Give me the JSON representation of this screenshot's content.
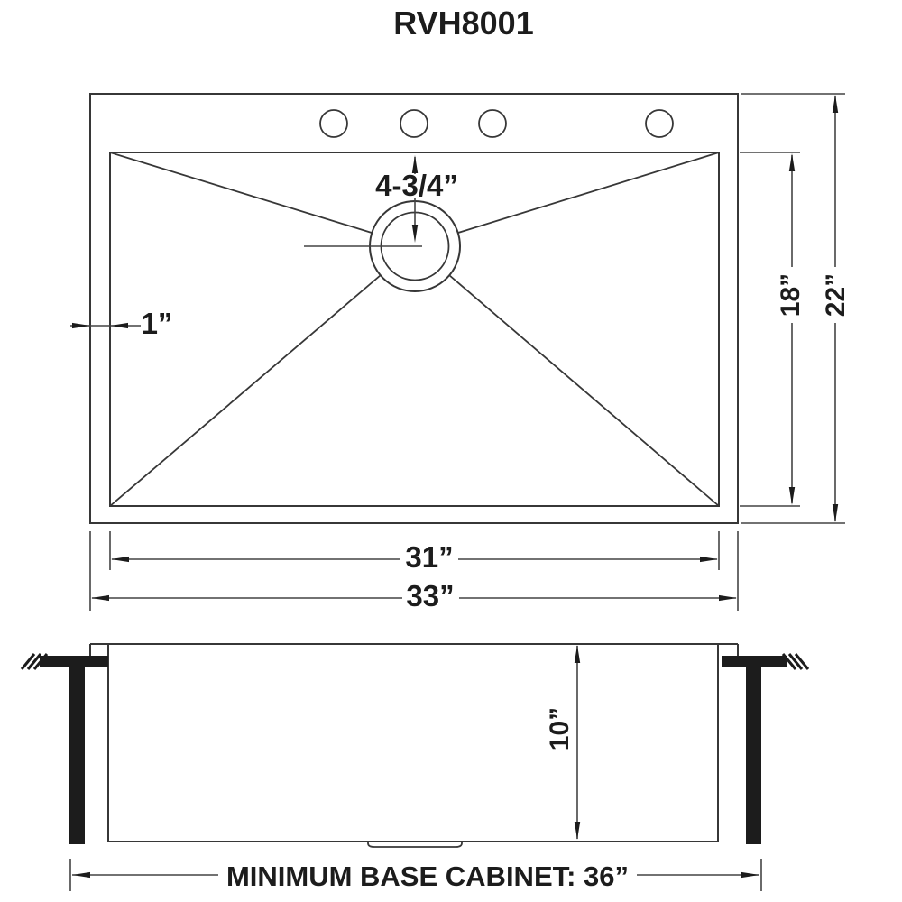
{
  "title": "RVH8001",
  "colors": {
    "line": "#373737",
    "ink": "#1c1c1c",
    "background": "#ffffff"
  },
  "top_view": {
    "drain_offset_label": "4-3/4”",
    "rim_width_label": "1”",
    "bowl_front_back_label": "18”",
    "overall_front_back_label": "22”",
    "bowl_width_label": "31”",
    "overall_width_label": "33”"
  },
  "side_view": {
    "bowl_depth_label": "10”",
    "cabinet_note": "MINIMUM BASE CABINET: 36”"
  }
}
